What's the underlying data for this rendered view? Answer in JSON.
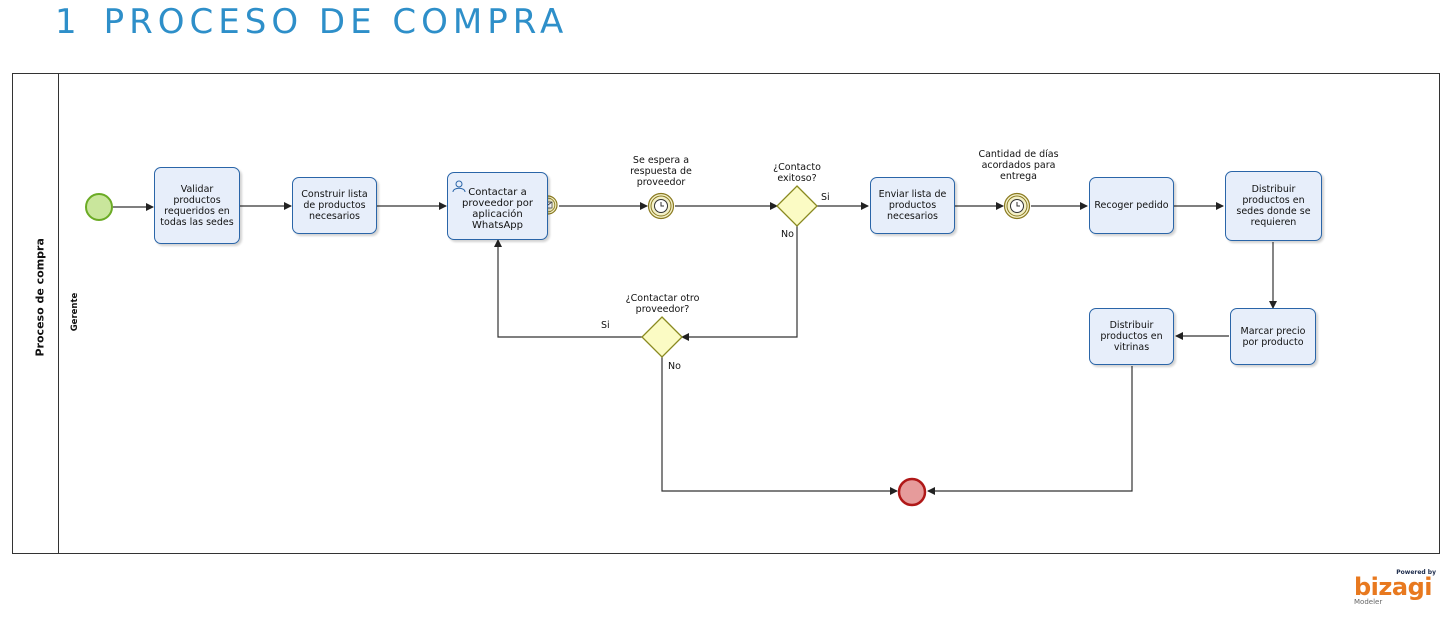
{
  "header": {
    "number": "1",
    "title": "PROCESO DE COMPRA"
  },
  "pool": {
    "label": "Proceso de compra",
    "lane": "Gerente"
  },
  "tasks": {
    "validar": "Validar productos requeridos en todas las sedes",
    "construir": "Construir lista de productos necesarios",
    "contactar": "Contactar a proveedor por aplicación WhatsApp",
    "enviar": "Enviar lista de productos necesarios",
    "recoger": "Recoger pedido",
    "distribuir_sedes": "Distribuir productos en sedes donde se requieren",
    "marcar": "Marcar precio por producto",
    "distribuir_vitrinas": "Distribuir productos en vitrinas"
  },
  "events": {
    "espera": "Se espera a respuesta de proveedor",
    "dias": "Cantidad de días acordados para entrega"
  },
  "gateways": {
    "contacto": "¿Contacto exitoso?",
    "otro": "¿Contactar otro proveedor?"
  },
  "flow_labels": {
    "contacto_si": "Si",
    "contacto_no": "No",
    "otro_si": "Si",
    "otro_no": "No"
  },
  "colors": {
    "title": "#2e8fc9",
    "task_fill": "#e7eefa",
    "task_border": "#2a65a8",
    "start": "#c9e69c",
    "end": "#e69b9b",
    "gateway": "#fbfbc4",
    "timer": "#f3f0c8"
  },
  "branding": {
    "powered": "Powered by",
    "logo": "bizagi",
    "product": "Modeler"
  }
}
